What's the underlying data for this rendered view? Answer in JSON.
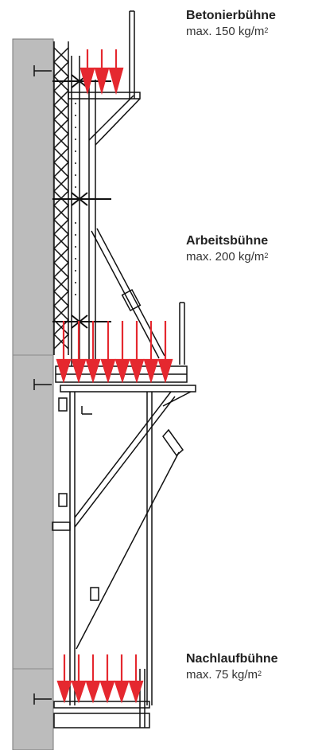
{
  "platforms": [
    {
      "name": "Betonierbühne",
      "load": "max. 150 kg/m",
      "sup": "2"
    },
    {
      "name": "Arbeitsbühne",
      "load": "max. 200 kg/m",
      "sup": "2"
    },
    {
      "name": "Nachlaufbühne",
      "load": "max. 75 kg/m",
      "sup": "2"
    }
  ],
  "colors": {
    "wall": "#bcbcbc",
    "arrow": "#e5282f",
    "steel": "#111111"
  }
}
